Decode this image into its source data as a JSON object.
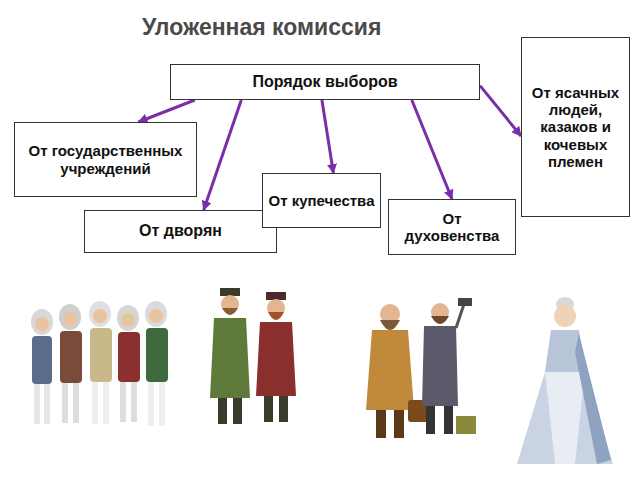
{
  "diagram": {
    "title": "Уложенная комиссия",
    "nodes": [
      {
        "text": [
          "Порядок выборов"
        ]
      },
      {
        "text": [
          "От государственных учреждений"
        ]
      },
      {
        "text": [
          "От дворян"
        ]
      },
      {
        "text": [
          "От купечества"
        ]
      },
      {
        "text": [
          "От духовенства"
        ]
      },
      {
        "text": [
          "От ясачных людей, казаков и кочевых племен"
        ]
      }
    ],
    "edges": [
      {
        "from": 0,
        "to": 1,
        "arrow": "to"
      },
      {
        "from": 0,
        "to": 2,
        "arrow": "to"
      },
      {
        "from": 0,
        "to": 3,
        "arrow": "to"
      },
      {
        "from": 0,
        "to": 4,
        "arrow": "to"
      },
      {
        "from": 0,
        "to": 5,
        "arrow": "to"
      }
    ]
  }
}
